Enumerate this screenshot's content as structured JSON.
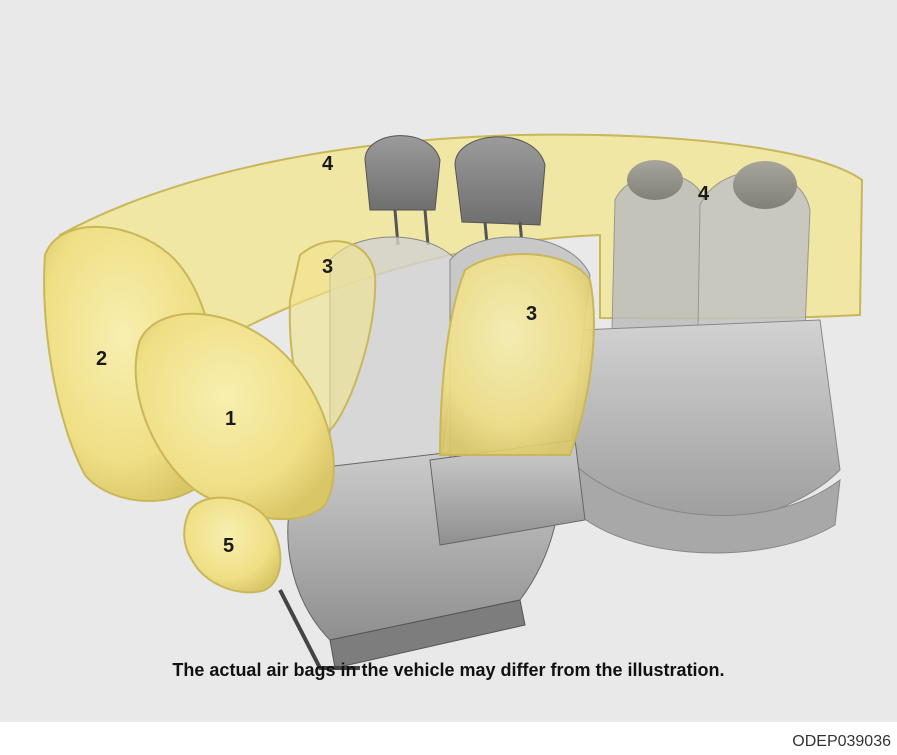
{
  "figure": {
    "labels": {
      "driver_front": "1",
      "knee": "5",
      "driver_side": "2",
      "curtain_front": "4",
      "curtain_rear": "4",
      "side_front_driver": "3",
      "side_front_passenger": "3"
    },
    "caption": "The actual air bags in the vehicle may differ from the illustration.",
    "code": "ODEP039036",
    "colors": {
      "airbag": "#f2e58c",
      "airbag_edge": "#c9b75a",
      "seat": "#a7a7a7",
      "background": "#e9e9e9"
    }
  }
}
